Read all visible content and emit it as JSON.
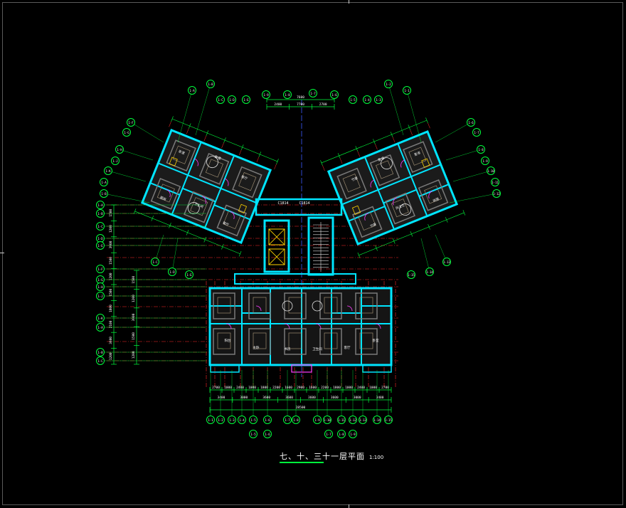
{
  "drawing": {
    "title": "七、十、三十一层平面",
    "scale": "1:100"
  },
  "colors": {
    "background": "#000000",
    "wall": "#00e5ff",
    "dimension": "#00ff3c",
    "axis": "#ff2a2a",
    "hatch": "#7a7a7a",
    "text": "#ffffff",
    "door": "#ff3cff",
    "furniture": "#ffd400",
    "blue": "#3b5bff"
  },
  "icons": [
    "elevator-icon",
    "stair-icon",
    "axis-bubble-icon"
  ],
  "bottom_dims_row1": [
    "2700",
    "1000",
    "2400",
    "1000",
    "1800",
    "2200",
    "1600",
    "2900",
    "1600",
    "2200",
    "1800",
    "1000",
    "2400",
    "1000",
    "2700"
  ],
  "bottom_dims_row2": [
    "3400",
    "3000",
    "3600",
    "3600",
    "3600",
    "3600",
    "3000",
    "3400"
  ],
  "bottom_total": "28500",
  "top_dims": [
    "2400",
    "7700",
    "2700"
  ],
  "top_total": "7600",
  "left_dims": [
    "1500",
    "1200",
    "3900",
    "1500",
    "1200",
    "1500",
    "1800",
    "2100",
    "3600",
    "1200"
  ],
  "axes_bottom": [
    "1-1",
    "1-2",
    "1-3",
    "1-4",
    "1-5",
    "1-6",
    "1-7",
    "1-8",
    "1-9",
    "1-10",
    "1-11",
    "1-12",
    "1-13",
    "1-14",
    "1-15",
    "1-16",
    "1-17",
    "1-18"
  ],
  "axes_left": [
    "1-A",
    "1-B",
    "1-C",
    "1-D",
    "1-E",
    "1-F",
    "1-G",
    "1-H",
    "1-J",
    "1-K"
  ],
  "axes_top_mid": [
    "1-9",
    "1-8",
    "1-7",
    "1-6"
  ],
  "room_labels": [
    "卧室",
    "卧室",
    "客厅",
    "厨房",
    "卫生间",
    "餐厅",
    "阳台",
    "主卧",
    "书房",
    "卫生间",
    "客厅",
    "卧室"
  ]
}
